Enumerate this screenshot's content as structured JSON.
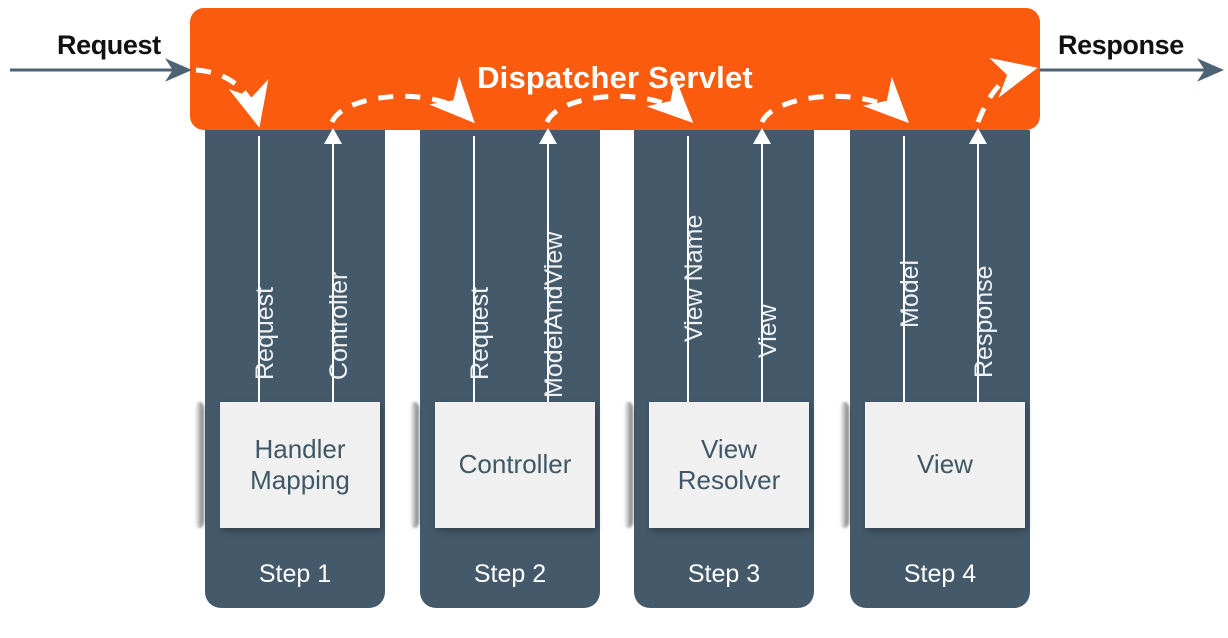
{
  "diagram": {
    "title": "Dispatcher Servlet",
    "accent_color": "#fa5b0f",
    "column_color": "#44596a",
    "box_color": "#f0f0f0",
    "box_text_color": "#3f5766",
    "arrow_color": "#ffffff",
    "edge_arrow_color": "#4e6275",
    "edge_label_color": "#111111"
  },
  "edges": {
    "request_label": "Request",
    "response_label": "Response"
  },
  "columns": [
    {
      "id": "step-1",
      "caption": "Step 1",
      "box_label": "Handler Mapping",
      "box_line_1": "Handler",
      "box_line_2": "Mapping",
      "inbound_label": "Request",
      "outbound_label": "Controller"
    },
    {
      "id": "step-2",
      "caption": "Step 2",
      "box_label": "Controller",
      "box_line_1": "Controller",
      "box_line_2": "",
      "inbound_label": "Request",
      "outbound_label": "ModelAndView"
    },
    {
      "id": "step-3",
      "caption": "Step 3",
      "box_label": "View Resolver",
      "box_line_1": "View",
      "box_line_2": "Resolver",
      "inbound_label": "View Name",
      "outbound_label": "View"
    },
    {
      "id": "step-4",
      "caption": "Step 4",
      "box_label": "View",
      "box_line_1": "View",
      "box_line_2": "",
      "inbound_label": "Model",
      "outbound_label": "Response"
    }
  ],
  "icons": {
    "inbound_arrow": "arrow-down-icon",
    "outbound_arrow": "arrow-up-icon",
    "dashed_connector": "dashed-curve-arrow-icon",
    "request_arrow": "arrow-right-icon",
    "response_arrow": "arrow-right-icon"
  }
}
